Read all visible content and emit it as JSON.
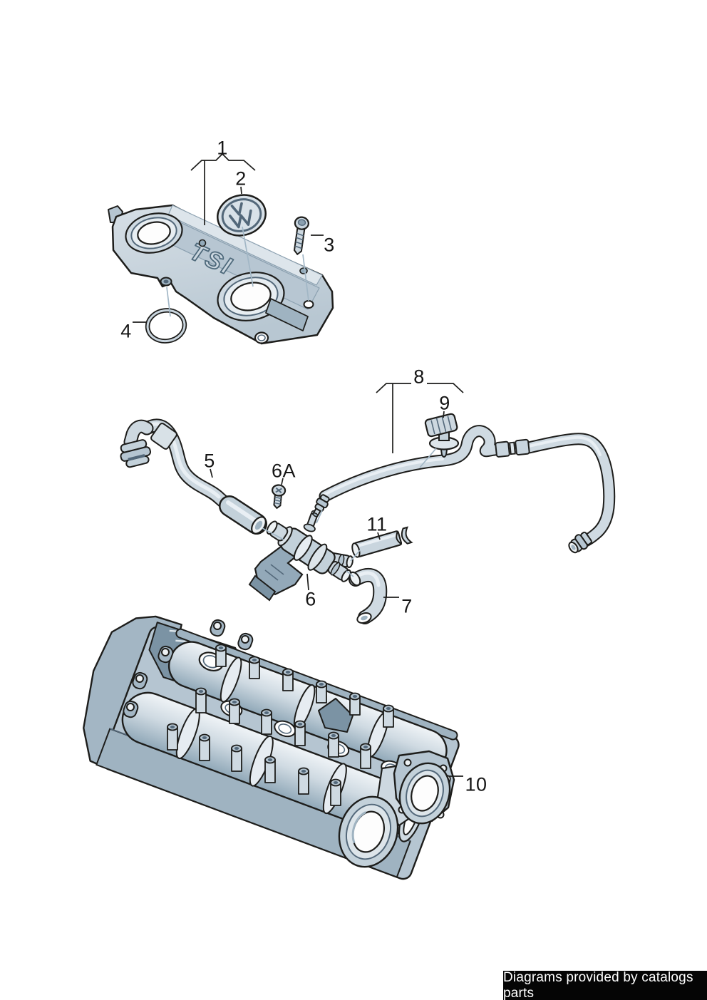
{
  "engine_cover_badge": "TSI",
  "callouts": [
    {
      "id": "1",
      "label": "1"
    },
    {
      "id": "2",
      "label": "2"
    },
    {
      "id": "3",
      "label": "3"
    },
    {
      "id": "4",
      "label": "4"
    },
    {
      "id": "5",
      "label": "5"
    },
    {
      "id": "6A",
      "label": "6A"
    },
    {
      "id": "6",
      "label": "6"
    },
    {
      "id": "7",
      "label": "7"
    },
    {
      "id": "8",
      "label": "8"
    },
    {
      "id": "9",
      "label": "9"
    },
    {
      "id": "10",
      "label": "10"
    },
    {
      "id": "11",
      "label": "11"
    }
  ],
  "footer": {
    "text": "Diagrams provided by catalogs parts"
  },
  "colors": {
    "outline": "#1d1d1b",
    "part_fill_light": "#d3dde4",
    "part_fill_mid": "#a9bcc9",
    "part_fill_dark": "#7b93a4",
    "leader_line": "#a2b7c6",
    "footer_bg": "#000000",
    "footer_text": "#ffffff"
  }
}
